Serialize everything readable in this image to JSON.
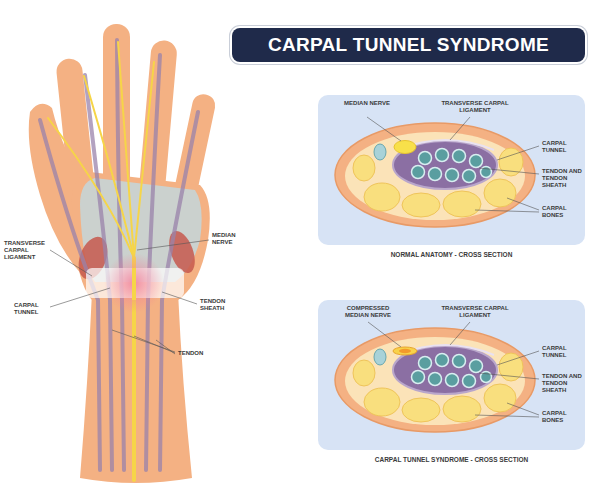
{
  "diagram": {
    "title": "CARPAL TUNNEL SYNDROME",
    "nodes": [
      {
        "text": [
          "NORMAL ANATOMY - CROSS SECTION"
        ]
      },
      {
        "text": [
          "CARPAL TUNNEL SYNDROME - CROSS SECTION"
        ]
      }
    ],
    "labels": [
      "TRANSVERSE CARPAL LIGAMENT",
      "MEDIAN NERVE",
      "CARPAL TUNNEL",
      "TENDON SHEATH",
      "TENDON",
      "MEDIAN NERVE",
      "TRANSVERSE CARPAL LIGAMENT",
      "CARPAL TUNNEL",
      "TENDON AND TENDON SHEATH",
      "CARPAL BONES",
      "COMPRESSED MEDIAN NERVE",
      "TRANSVERSE CARPAL LIGAMENT",
      "CARPAL TUNNEL",
      "TENDON AND TENDON SHEATH",
      "CARPAL BONES"
    ]
  }
}
